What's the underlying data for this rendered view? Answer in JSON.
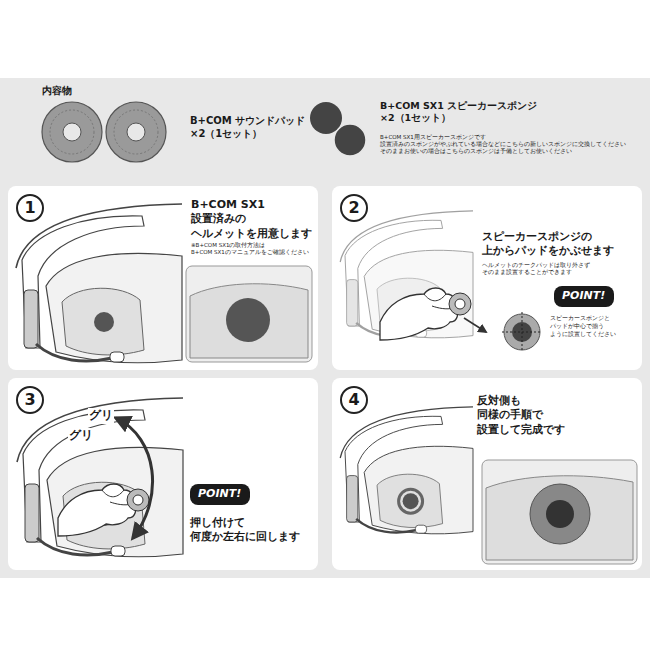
{
  "diagram": {
    "title": "内容物",
    "nodes": [
      {
        "text": [
          "B+COM SX1 設置済みの ヘルメットを用意します",
          "※B+COM SX1の取付方法は B+COM SX1のマニュアルをご確認ください"
        ]
      },
      {
        "text": [
          "1"
        ],
        "in": 0
      },
      {
        "text": [
          "スピーカースポンジの 上からパッドをかぶせます",
          "ヘルメットのチークパッドは取り外さず そのまま設置することができます",
          "スピーカースポンジと パッドが中心で揃う ように設置してください"
        ]
      },
      {
        "text": [
          "2"
        ],
        "in": 2
      },
      {
        "text": [
          "POINT!"
        ],
        "in": 2
      },
      {
        "text": [
          "グリ",
          "グリ",
          "押し付けて 何度か左右に回します"
        ]
      },
      {
        "text": [
          "3"
        ],
        "in": 5
      },
      {
        "text": [
          "POINT!"
        ],
        "in": 5
      },
      {
        "text": [
          "反対側も 同様の手順で 設置して完成です"
        ]
      },
      {
        "text": [
          "4"
        ],
        "in": 8
      }
    ],
    "labels": [
      "B+COM サウンドパッド ×2（1セット）",
      "B+COM SX1 スピーカースポンジ ×2（1セット）",
      "B+COM SX1用スピーカースポンジです 設置済みのスポンジがやぶれている場合などにこちらの新しいスポンジに交換してください そのままお使いの場合はこちらのスポンジは予備としてお使いください"
    ]
  }
}
